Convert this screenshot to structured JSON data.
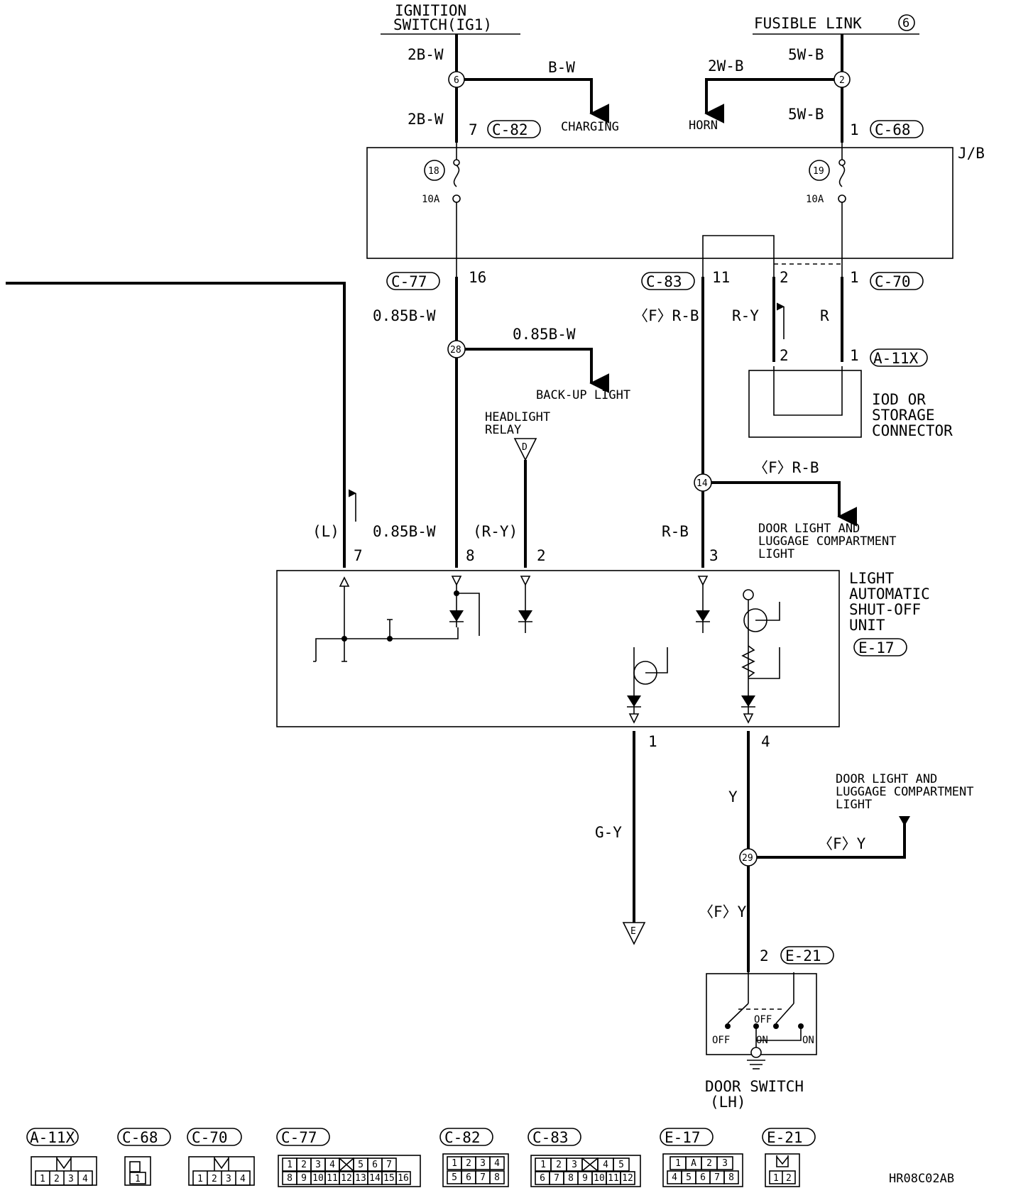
{
  "diagram_id": "HR08C02AB",
  "sources": {
    "ignition_switch": {
      "line1": "IGNITION",
      "line2": "SWITCH(IG1)"
    },
    "fusible_link": "FUSIBLE LINK",
    "fusible_link_no": "6"
  },
  "wires": {
    "w_2bw_a": "2B-W",
    "w_2bw_b": "2B-W",
    "w_bw": "B-W",
    "w_2wb": "2W-B",
    "w_5wb_a": "5W-B",
    "w_5wb_b": "5W-B",
    "w_085_a": "0.85B-W",
    "w_085_branch": "0.85B-W",
    "w_085_b": "0.85B-W",
    "w_frb_a": "〈F〉R-B",
    "w_frb_branch": "〈F〉R-B",
    "w_rb": "R-B",
    "w_ry": "R-Y",
    "w_r": "R",
    "w_l": "(L)",
    "w_ry2": "(R-Y)",
    "w_y": "Y",
    "w_gy": "G-Y",
    "w_fy_a": "〈F〉Y",
    "w_fy_b": "〈F〉Y"
  },
  "destinations": {
    "charging": "CHARGING",
    "horn": "HORN",
    "backup": "BACK-UP LIGHT",
    "headlight_relay": {
      "line1": "HEADLIGHT",
      "line2": "RELAY",
      "letter": "D"
    },
    "door_light_1": {
      "line1": "DOOR LIGHT AND",
      "line2": "LUGGAGE COMPARTMENT",
      "line3": "LIGHT"
    },
    "door_light_2": {
      "line1": "DOOR LIGHT AND",
      "line2": "LUGGAGE COMPARTMENT",
      "line3": "LIGHT"
    },
    "ground_letter": "E"
  },
  "junctions": {
    "j6": "6",
    "j2": "2",
    "j28": "28",
    "j14": "14",
    "j29": "29"
  },
  "jb": {
    "label": "J/B",
    "fuse_left_no": "18",
    "fuse_left_amp": "10A",
    "fuse_right_no": "19",
    "fuse_right_amp": "10A"
  },
  "connectors": {
    "c82": "C-82",
    "c68": "C-68",
    "c77": "C-77",
    "c83": "C-83",
    "c70": "C-70",
    "a11x": "A-11X",
    "e17": "E-17",
    "e21": "E-21"
  },
  "pins": {
    "p7_c82": "7",
    "p1_c68": "1",
    "p16": "16",
    "p11": "11",
    "p2_c70": "2",
    "p1_c70": "1",
    "p2_a11": "2",
    "p1_a11": "1",
    "u7": "7",
    "u8": "8",
    "u2": "2",
    "u3": "3",
    "u1": "1",
    "u4": "4",
    "e21_2": "2"
  },
  "components": {
    "iod": {
      "line1": "IOD OR",
      "line2": "STORAGE",
      "line3": "CONNECTOR"
    },
    "unit": {
      "line1": "LIGHT",
      "line2": "AUTOMATIC",
      "line3": "SHUT-OFF",
      "line4": "UNIT"
    },
    "door_switch": {
      "line1": "DOOR SWITCH",
      "line2": "(LH)",
      "off1": "OFF",
      "off2": "OFF",
      "on1": "ON",
      "on2": "ON"
    }
  },
  "legend": {
    "a11x": {
      "label": "A-11X",
      "pins": [
        "1",
        "2",
        "3",
        "4"
      ]
    },
    "c68": {
      "label": "C-68",
      "pins": [
        "1"
      ]
    },
    "c70": {
      "label": "C-70",
      "pins": [
        "1",
        "2",
        "3",
        "4"
      ]
    },
    "c77": {
      "label": "C-77",
      "row1": [
        "1",
        "2",
        "3",
        "4",
        "",
        "5",
        "6",
        "7"
      ],
      "row2": [
        "8",
        "9",
        "10",
        "11",
        "12",
        "13",
        "14",
        "15",
        "16"
      ]
    },
    "c82": {
      "label": "C-82",
      "row1": [
        "1",
        "2",
        "3",
        "4"
      ],
      "row2": [
        "5",
        "6",
        "7",
        "8"
      ]
    },
    "c83": {
      "label": "C-83",
      "row1": [
        "1",
        "2",
        "3",
        "",
        "4",
        "5"
      ],
      "row2": [
        "6",
        "7",
        "8",
        "9",
        "10",
        "11",
        "12"
      ]
    },
    "e17": {
      "label": "E-17",
      "row1": [
        "1",
        "A",
        "2",
        "3"
      ],
      "row2": [
        "4",
        "5",
        "6",
        "7",
        "8"
      ]
    },
    "e21": {
      "label": "E-21",
      "pins": [
        "1",
        "2"
      ]
    }
  }
}
